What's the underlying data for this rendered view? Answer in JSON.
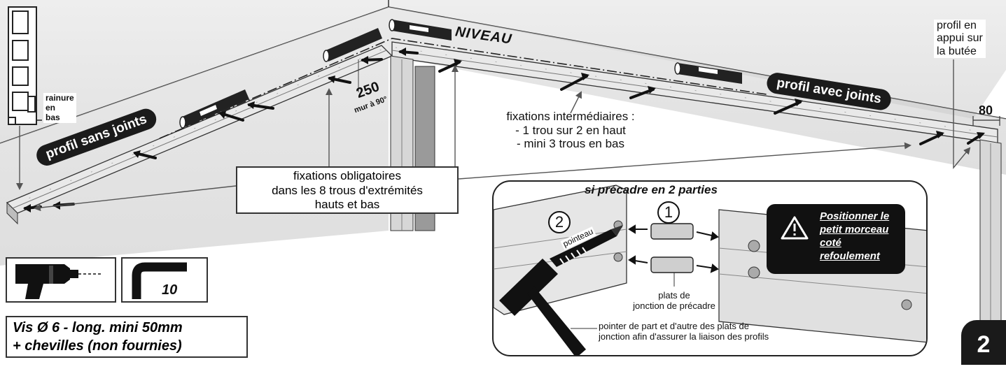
{
  "scene": {
    "label_niveau": "NIVEAU",
    "rainure_label": [
      "rainure",
      "en",
      "bas"
    ],
    "distance_250": "250",
    "mur_90": "mur à 90°",
    "profil_sans_joints": "profil sans joints",
    "profil_avec_joints": "profil avec joints",
    "fixations_intermediaires": [
      "fixations intermédiaires :",
      "- 1 trou sur 2 en haut",
      "- mini 3 trous en bas"
    ],
    "fixations_obligatoires": [
      "fixations obligatoires",
      "dans les 8 trous d'extrémités",
      "hauts et bas"
    ],
    "profil_appui": [
      "profil en",
      "appui sur",
      "la butée"
    ],
    "distance_80": "80",
    "step_number": "2"
  },
  "tools": {
    "allen_key_size": "10",
    "screw_spec": [
      "Vis Ø 6 - long. mini 50mm",
      "+ chevilles (non fournies)"
    ],
    "drill_icon": "drill-icon",
    "key_icon": "allen-key-icon"
  },
  "inset": {
    "title": "si précadre en 2 parties",
    "marker_1": "1",
    "marker_2": "2",
    "pointeau": "pointeau",
    "plats_label": [
      "plats de",
      "jonction de précadre"
    ],
    "pointer_label": [
      "pointer de part et d'autre des plats de",
      "jonction afin d'assurer la liaison des profils"
    ],
    "warning": [
      "Positionner le",
      "petit morceau",
      "coté",
      "refoulement"
    ],
    "warning_icon": "warning-triangle-icon"
  }
}
